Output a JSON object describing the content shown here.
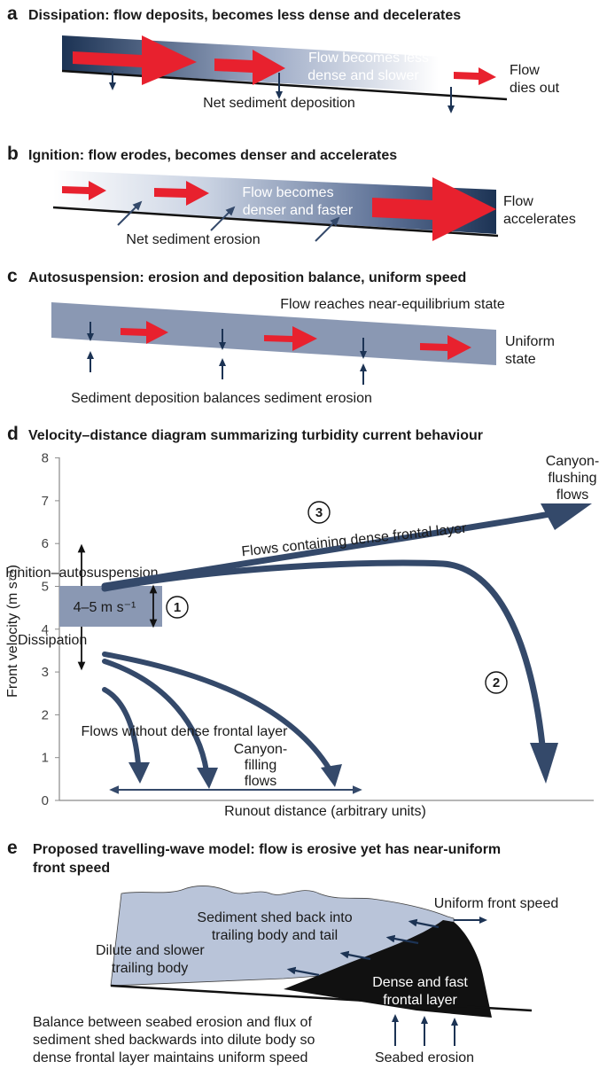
{
  "panel_a": {
    "letter": "a",
    "heading": "Dissipation: flow deposits, becomes less dense and decelerates",
    "mid_label_line1": "Flow becomes less",
    "mid_label_line2": "dense and slower",
    "bottom_label": "Net sediment deposition",
    "end_label_line1": "Flow",
    "end_label_line2": "dies out"
  },
  "panel_b": {
    "letter": "b",
    "heading": "Ignition: flow erodes, becomes denser and accelerates",
    "mid_label_line1": "Flow becomes",
    "mid_label_line2": "denser and faster",
    "bottom_label": "Net sediment erosion",
    "end_label_line1": "Flow",
    "end_label_line2": "accelerates"
  },
  "panel_c": {
    "letter": "c",
    "heading": "Autosuspension: erosion and deposition balance, uniform speed",
    "top_label": "Flow reaches near-equilibrium state",
    "bottom_label": "Sediment deposition balances sediment erosion",
    "end_label_line1": "Uniform",
    "end_label_line2": "state"
  },
  "panel_d": {
    "letter": "d",
    "heading": "Velocity–distance diagram summarizing turbidity current behaviour",
    "y_axis_label": "Front velocity (m s⁻¹)",
    "x_axis_label": "Runout distance (arbitrary units)",
    "y_ticks": [
      "0",
      "1",
      "2",
      "3",
      "4",
      "5",
      "6",
      "7",
      "8"
    ],
    "box_label": "4–5 m s⁻¹",
    "ignition_label": "Ignition–autosuspension",
    "dissipation_label": "Dissipation",
    "marker_1": "1",
    "marker_2": "2",
    "marker_3": "3",
    "dense_layer_label": "Flows containing dense frontal layer",
    "no_dense_label": "Flows without dense frontal layer",
    "filling_line1": "Canyon-",
    "filling_line2": "filling",
    "filling_line3": "flows",
    "flushing_line1": "Canyon-",
    "flushing_line2": "flushing",
    "flushing_line3": "flows"
  },
  "panel_e": {
    "letter": "e",
    "heading_line1": "Proposed travelling-wave model: flow is erosive yet has near-uniform",
    "heading_line2": "front speed",
    "shed_line1": "Sediment shed back into",
    "shed_line2": "trailing body and tail",
    "uniform_label": "Uniform front speed",
    "dilute_line1": "Dilute and slower",
    "dilute_line2": "trailing body",
    "dense_line1": "Dense and fast",
    "dense_line2": "frontal layer",
    "balance_line1": "Balance between seabed erosion and flux of",
    "balance_line2": "sediment shed backwards into dilute body so",
    "balance_line3": "dense frontal layer maintains uniform speed",
    "seabed_label": "Seabed erosion"
  },
  "colors": {
    "red_arrow": "#e8212e",
    "navy": "#1c3354",
    "curve": "#34496a",
    "band_gray": "#8a98b3",
    "flow_light": "#b9c4d9",
    "black": "#111111"
  }
}
